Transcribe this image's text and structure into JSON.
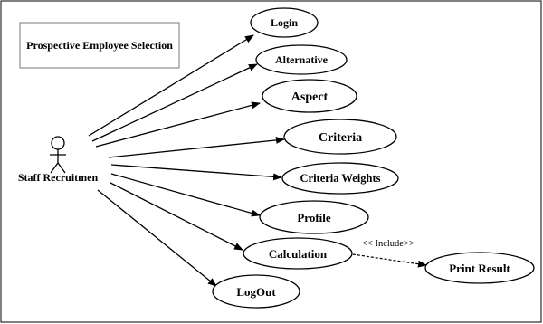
{
  "diagram": {
    "title": "Prospective Employee Selection",
    "actor": "Staff Recruitmen",
    "use_cases": {
      "login": "Login",
      "alternative": "Alternative",
      "aspect": "Aspect",
      "criteria": "Criteria",
      "criteria_weights": "Criteria Weights",
      "profile": "Profile",
      "calculation": "Calculation",
      "print_result": "Print Result",
      "logout": "LogOut"
    },
    "include_label": "<< Include>>"
  }
}
